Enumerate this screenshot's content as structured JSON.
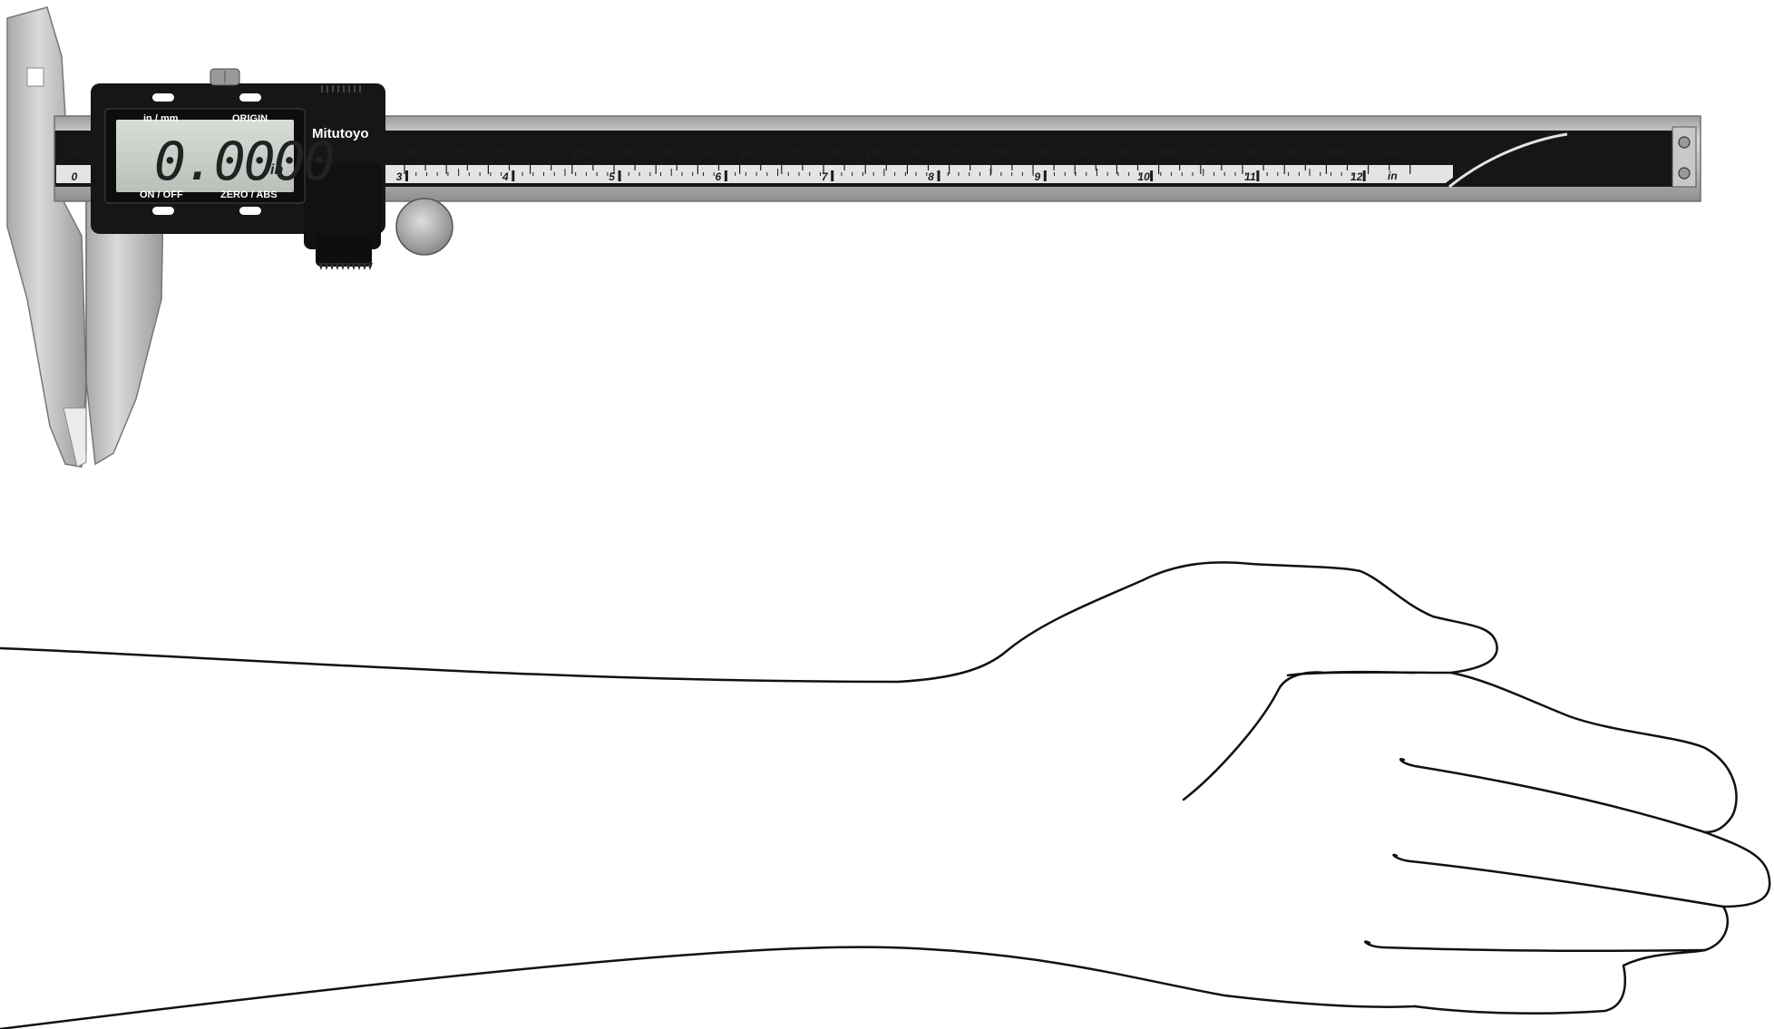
{
  "caliper": {
    "brand": "Mitutoyo",
    "display_value": "0.0000",
    "display_unit": "in",
    "buttons": {
      "unit_toggle": "in / mm",
      "origin": "ORIGIN",
      "power": "ON / OFF",
      "zero_abs": "ZERO / ABS"
    },
    "mm_scale": {
      "unit": "mm",
      "labels": [
        "0",
        "80",
        "90",
        "100",
        "110",
        "120",
        "130",
        "140",
        "150",
        "160",
        "170",
        "180",
        "190",
        "200",
        "210",
        "220",
        "230",
        "240",
        "250",
        "260",
        "270",
        "280",
        "290",
        "300"
      ]
    },
    "inch_scale": {
      "unit": "in",
      "labels": [
        "0",
        "3",
        "4",
        "5",
        "6",
        "7",
        "8",
        "9",
        "10",
        "11",
        "12"
      ]
    }
  },
  "colors": {
    "background": "#ffffff",
    "caliper_black": "#161616",
    "steel": "#b9b9b9",
    "scale_band": "#e4e4e4",
    "lcd": "#c9cfc9",
    "outline": "#111111"
  }
}
